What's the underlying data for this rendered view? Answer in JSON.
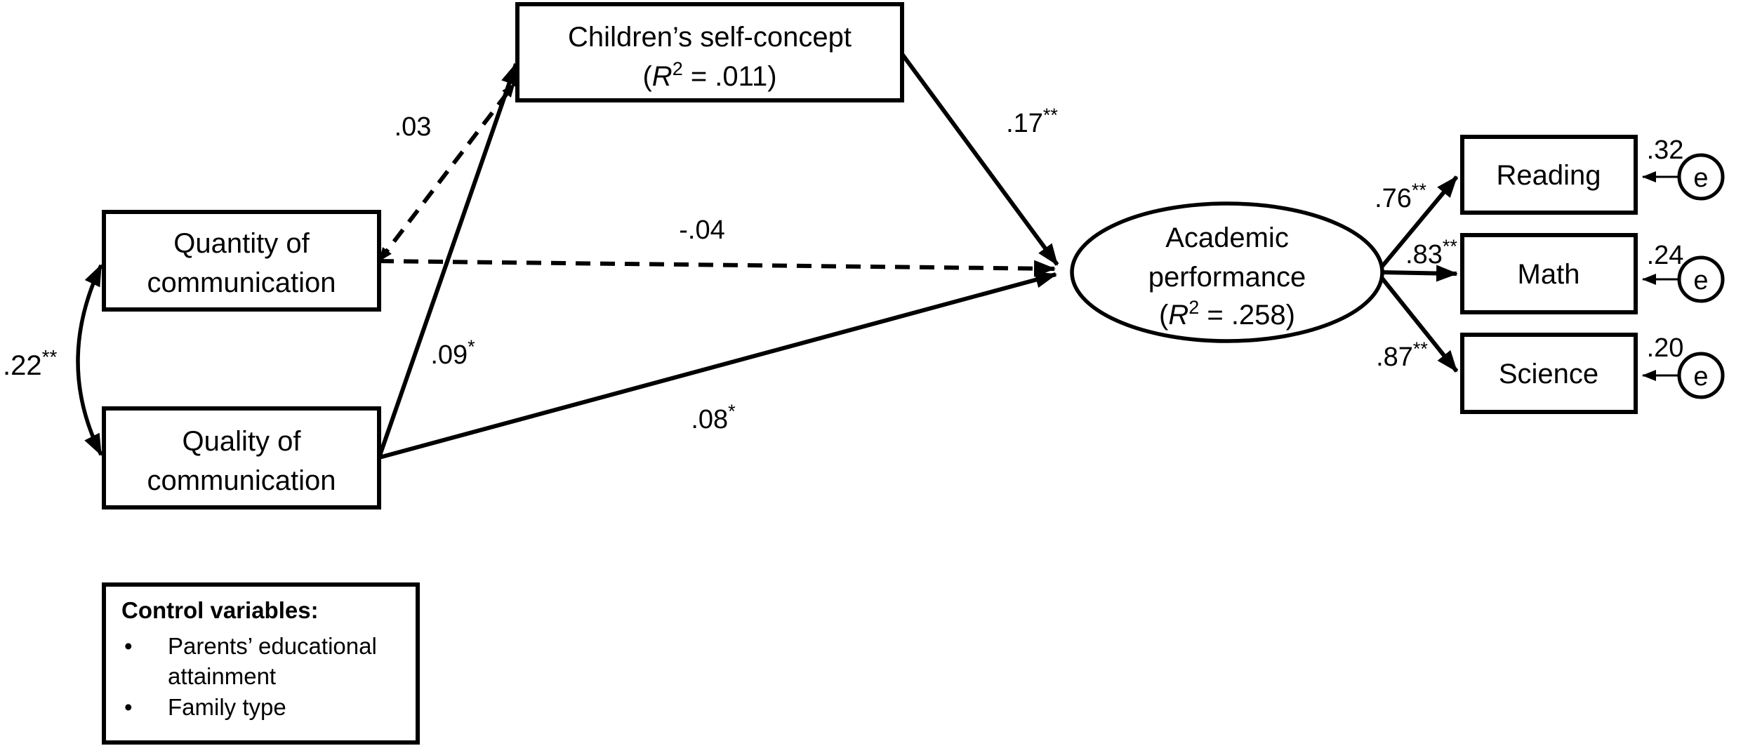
{
  "diagram": {
    "nodes": {
      "quantity": {
        "line1": "Quantity of",
        "line2": "communication"
      },
      "quality": {
        "line1": "Quality of",
        "line2": "communication"
      },
      "self_concept": {
        "line1": "Children’s self-concept",
        "r2_prefix": "(",
        "r2_symbol": "R",
        "r2_exponent": "2",
        "r2_rest": " = .011)"
      },
      "academic": {
        "line1": "Academic",
        "line2": "performance",
        "r2_prefix": "(",
        "r2_symbol": "R",
        "r2_exponent": "2",
        "r2_rest": " = .258)"
      },
      "reading": {
        "label": "Reading"
      },
      "math": {
        "label": "Math"
      },
      "science": {
        "label": "Science"
      },
      "error_term": {
        "label": "e"
      }
    },
    "paths": {
      "quantity_to_selfconcept": {
        "value": ".03",
        "sig": ""
      },
      "quality_to_selfconcept": {
        "value": ".09",
        "sig": "*"
      },
      "quantity_to_academic": {
        "value": "-.04",
        "sig": ""
      },
      "quality_to_academic": {
        "value": ".08",
        "sig": "*"
      },
      "selfconcept_to_academic": {
        "value": ".17",
        "sig": "**"
      },
      "quantity_quality_cov": {
        "value": ".22",
        "sig": "**"
      },
      "academic_to_reading": {
        "value": ".76",
        "sig": "**"
      },
      "academic_to_math": {
        "value": ".83",
        "sig": "**"
      },
      "academic_to_science": {
        "value": ".87",
        "sig": "**"
      },
      "reading_error_variance": {
        "value": ".32"
      },
      "math_error_variance": {
        "value": ".24"
      },
      "science_error_variance": {
        "value": ".20"
      }
    },
    "control_box": {
      "title": "Control variables:",
      "bullet": "•",
      "items": [
        "Parents’ educational attainment",
        "Family type"
      ]
    },
    "colors": {
      "ink": "#000000",
      "background": "#ffffff"
    }
  }
}
